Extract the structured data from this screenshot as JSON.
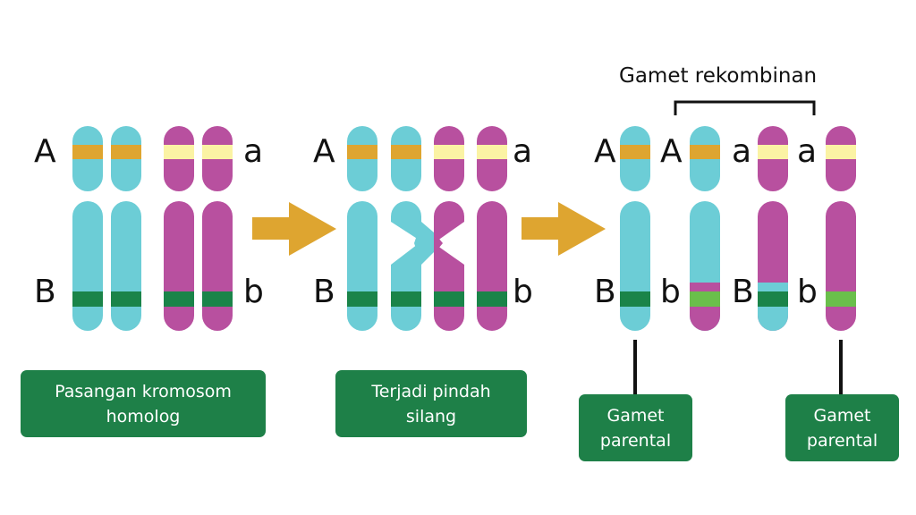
{
  "colors": {
    "maternal": "#6ccdd6",
    "paternal": "#b8509f",
    "allele_A": "#dea530",
    "allele_a": "#fbf3a4",
    "allele_B": "#1a8449",
    "allele_b_light": "#6abf4b",
    "arrow": "#dea530",
    "caption_bg": "#1e8048"
  },
  "stage1": {
    "labels": {
      "A": "A",
      "a": "a",
      "B": "B",
      "b": "b"
    },
    "caption": "Pasangan kromosom\nhomolog"
  },
  "stage2": {
    "labels": {
      "A": "A",
      "a": "a",
      "B": "B",
      "b": "b"
    },
    "caption": "Terjadi pindah\nsilang"
  },
  "stage3": {
    "gametes": [
      {
        "top_label": "A",
        "bottom_label": "B",
        "type": "parental"
      },
      {
        "top_label": "A",
        "bottom_label": "b",
        "type": "recombinant"
      },
      {
        "top_label": "a",
        "bottom_label": "B",
        "type": "recombinant"
      },
      {
        "top_label": "a",
        "bottom_label": "b",
        "type": "parental"
      }
    ],
    "recombinant_title": "Gamet rekombinan",
    "parental_caption_left": "Gamet\nparental",
    "parental_caption_right": "Gamet\nparental"
  },
  "icons": [
    "arrow-right-icon",
    "arrow-right-icon"
  ]
}
